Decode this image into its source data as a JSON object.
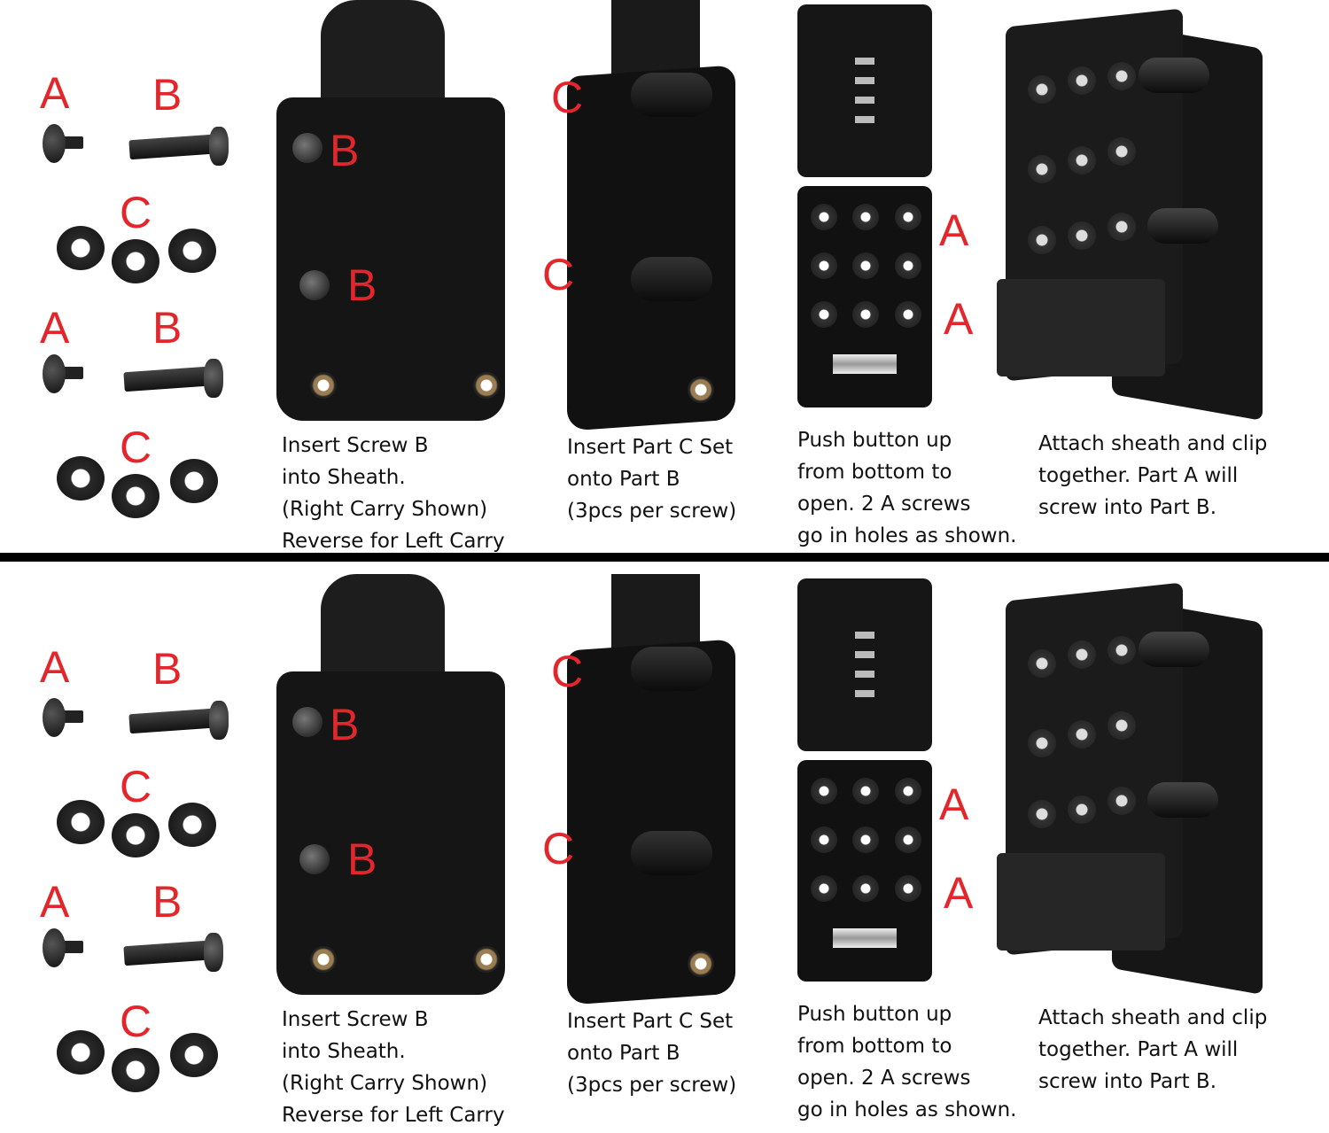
{
  "panels": [
    {
      "parts": {
        "a1": "A",
        "b1": "B",
        "c1": "C",
        "a2": "A",
        "b2": "B",
        "c2": "C"
      },
      "step1": {
        "labels": [
          "B",
          "B"
        ],
        "caption": [
          "Insert Screw B",
          "into Sheath.",
          "(Right Carry Shown)",
          "Reverse for Left Carry"
        ]
      },
      "step2": {
        "labels": [
          "C",
          "C"
        ],
        "caption": [
          "Insert Part C Set",
          "onto Part B",
          "(3pcs per screw)"
        ]
      },
      "step3": {
        "labels": [
          "A",
          "A"
        ],
        "caption": [
          "Push button up",
          "from bottom to",
          "open. 2 A screws",
          "go in holes as shown."
        ]
      },
      "step4": {
        "caption": [
          "Attach sheath and clip",
          "together. Part A will",
          "screw into Part B."
        ]
      }
    },
    {
      "parts": {
        "a1": "A",
        "b1": "B",
        "c1": "C",
        "a2": "A",
        "b2": "B",
        "c2": "C"
      },
      "step1": {
        "labels": [
          "B",
          "B"
        ],
        "caption": [
          "Insert Screw B",
          "into Sheath.",
          "(Right Carry Shown)",
          "Reverse for Left Carry"
        ]
      },
      "step2": {
        "labels": [
          "C",
          "C"
        ],
        "caption": [
          "Insert Part C Set",
          "onto Part B",
          "(3pcs per screw)"
        ]
      },
      "step3": {
        "labels": [
          "A",
          "A"
        ],
        "caption": [
          "Push button up",
          "from bottom to",
          "open. 2 A screws",
          "go in holes as shown."
        ]
      },
      "step4": {
        "caption": [
          "Attach sheath and clip",
          "together. Part A will",
          "screw into Part B."
        ]
      }
    }
  ],
  "colors": {
    "label": "#e3262b",
    "divider": "#000000"
  }
}
